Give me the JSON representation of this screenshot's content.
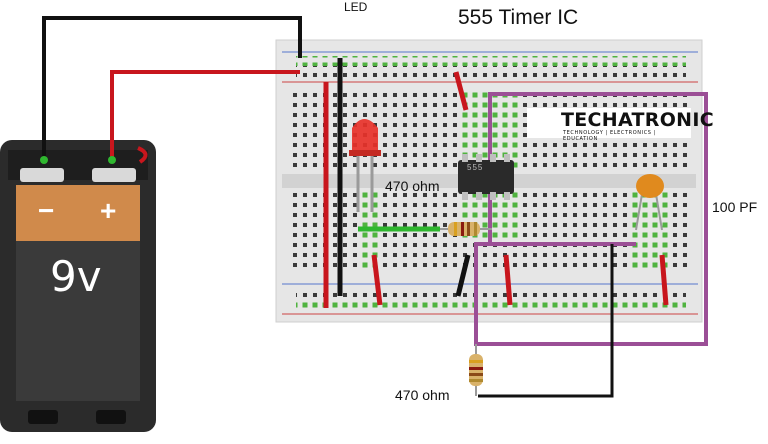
{
  "title": "555 Timer IC",
  "labels": {
    "led": "LED",
    "resistor_1": "470 ohm",
    "resistor_2": "470 ohm",
    "capacitor": "100 PF"
  },
  "battery": {
    "minus": "−",
    "plus": "+",
    "voltage": "9v"
  },
  "ic": {
    "marking": "555"
  },
  "logo": {
    "name": "TECHATRONIC",
    "tagline": "TECHNOLOGY | ELECTRONICS | EDUCATION"
  },
  "colors": {
    "board": "#e4e4e4",
    "wire_red": "#c8161d",
    "wire_black": "#111111",
    "wire_purple": "#9b4f96",
    "wire_green": "#2fb72f",
    "battery_body": "#3a3a3a",
    "battery_top": "#d08a4b",
    "led": "#e8322a",
    "capacitor": "#e08a1e"
  }
}
